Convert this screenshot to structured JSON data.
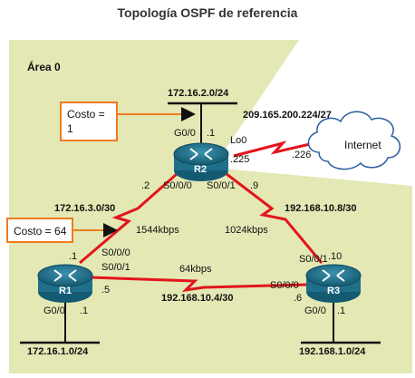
{
  "title": "Topología OSPF de referencia",
  "area_label": "Área 0",
  "callouts": [
    {
      "line1": "Costo =",
      "line2": "1"
    },
    {
      "line1": "Costo = 64"
    }
  ],
  "networks": {
    "r2_lan": "172.16.2.0/24",
    "isp": "209.165.200.224/27",
    "r1_r2": "172.16.3.0/30",
    "r2_r3": "192.168.10.8/30",
    "r1_r3": "192.168.10.4/30",
    "r1_lan": "172.16.1.0/24",
    "r3_lan": "192.168.1.0/24"
  },
  "routers": {
    "r1": "R1",
    "r2": "R2",
    "r3": "R3"
  },
  "cloud": "Internet",
  "labels": {
    "r2_g00": "G0/0",
    "r2_g00_ip": ".1",
    "r2_lo0": "Lo0",
    "r2_lo0_ip": ".225",
    "isp_ip": ".226",
    "r2_s000_ip": ".2",
    "r2_s000": "S0/0/0",
    "r2_s001": "S0/0/1",
    "r2_s001_ip": ".9",
    "bw_r1_r2": "1544kbps",
    "bw_r2_r3": "1024kbps",
    "bw_r1_r3": "64kbps",
    "r1_s000_ip": ".1",
    "r1_s000": "S0/0/0",
    "r1_s001": "S0/0/1",
    "r1_s001_ip": ".5",
    "r1_g00": "G0/0",
    "r1_g00_ip": ".1",
    "r3_s001": "S0/0/1",
    "r3_s001_ip": ".10",
    "r3_s000": "S0/0/0",
    "r3_s000_ip": ".6",
    "r3_g00": "G0/0",
    "r3_g00_ip": ".1"
  },
  "colors": {
    "area_fill": "#e3e8b4",
    "serial_link": "#e3141b",
    "router": "#1f6f8b",
    "callout_border": "#f07b20"
  }
}
